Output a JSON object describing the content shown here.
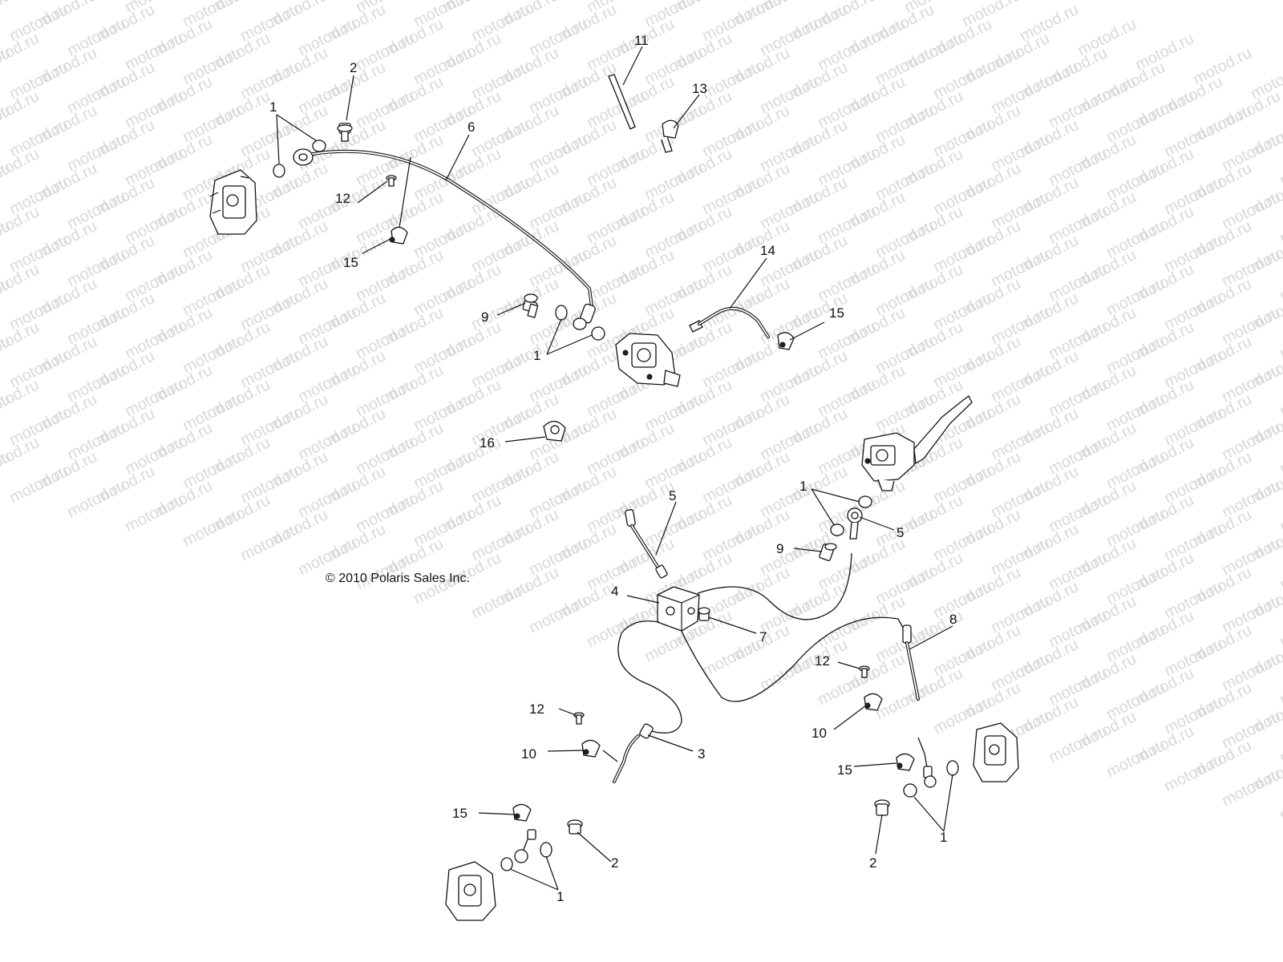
{
  "watermark": "motod.ru",
  "copyright": "© 2010  Polaris Sales Inc.",
  "callouts": [
    {
      "id": "c1a",
      "text": "1"
    },
    {
      "id": "c2a",
      "text": "2"
    },
    {
      "id": "c6",
      "text": "6"
    },
    {
      "id": "c11",
      "text": "11"
    },
    {
      "id": "c13",
      "text": "13"
    },
    {
      "id": "c12a",
      "text": "12"
    },
    {
      "id": "c15a",
      "text": "15"
    },
    {
      "id": "c9a",
      "text": "9"
    },
    {
      "id": "c1b",
      "text": "1"
    },
    {
      "id": "c14",
      "text": "14"
    },
    {
      "id": "c15b",
      "text": "15"
    },
    {
      "id": "c16",
      "text": "16"
    },
    {
      "id": "c5a",
      "text": "5"
    },
    {
      "id": "c1c",
      "text": "1"
    },
    {
      "id": "c5b",
      "text": "5"
    },
    {
      "id": "c9b",
      "text": "9"
    },
    {
      "id": "c4",
      "text": "4"
    },
    {
      "id": "c7",
      "text": "7"
    },
    {
      "id": "c8",
      "text": "8"
    },
    {
      "id": "c12b",
      "text": "12"
    },
    {
      "id": "c10a",
      "text": "10"
    },
    {
      "id": "c12c",
      "text": "12"
    },
    {
      "id": "c10b",
      "text": "10"
    },
    {
      "id": "c3",
      "text": "3"
    },
    {
      "id": "c15c",
      "text": "15"
    },
    {
      "id": "c15d",
      "text": "15"
    },
    {
      "id": "c2b",
      "text": "2"
    },
    {
      "id": "c1d",
      "text": "1"
    },
    {
      "id": "c2c",
      "text": "2"
    },
    {
      "id": "c1e",
      "text": "1"
    }
  ]
}
